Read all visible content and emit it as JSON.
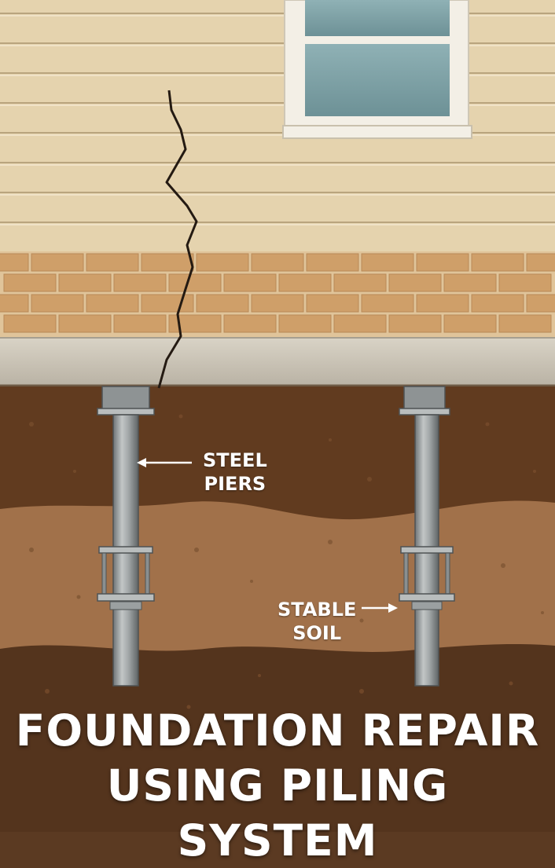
{
  "labels": {
    "steel_piers": {
      "line1": "STEEL",
      "line2": "PIERS"
    },
    "stable_soil": {
      "line1": "STABLE",
      "line2": "SOIL"
    }
  },
  "title": {
    "line1": "FOUNDATION REPAIR",
    "line2": "USING PILING SYSTEM"
  },
  "colors": {
    "siding": "#e5d3ae",
    "siding_line": "#b9a47e",
    "brick": "#cf9f69",
    "mortar": "#e0c49a",
    "slab": "#cfc9bc",
    "soil_top": "#613b1f",
    "soil_middle": "#a1714a",
    "soil_bottom": "#54341d",
    "steel": "#9ba0a1",
    "crack": "#241a12",
    "window_glass": "#7fa2a7",
    "window_frame": "#f3efe6"
  },
  "icons": [
    "arrow-left-icon",
    "arrow-right-icon"
  ]
}
